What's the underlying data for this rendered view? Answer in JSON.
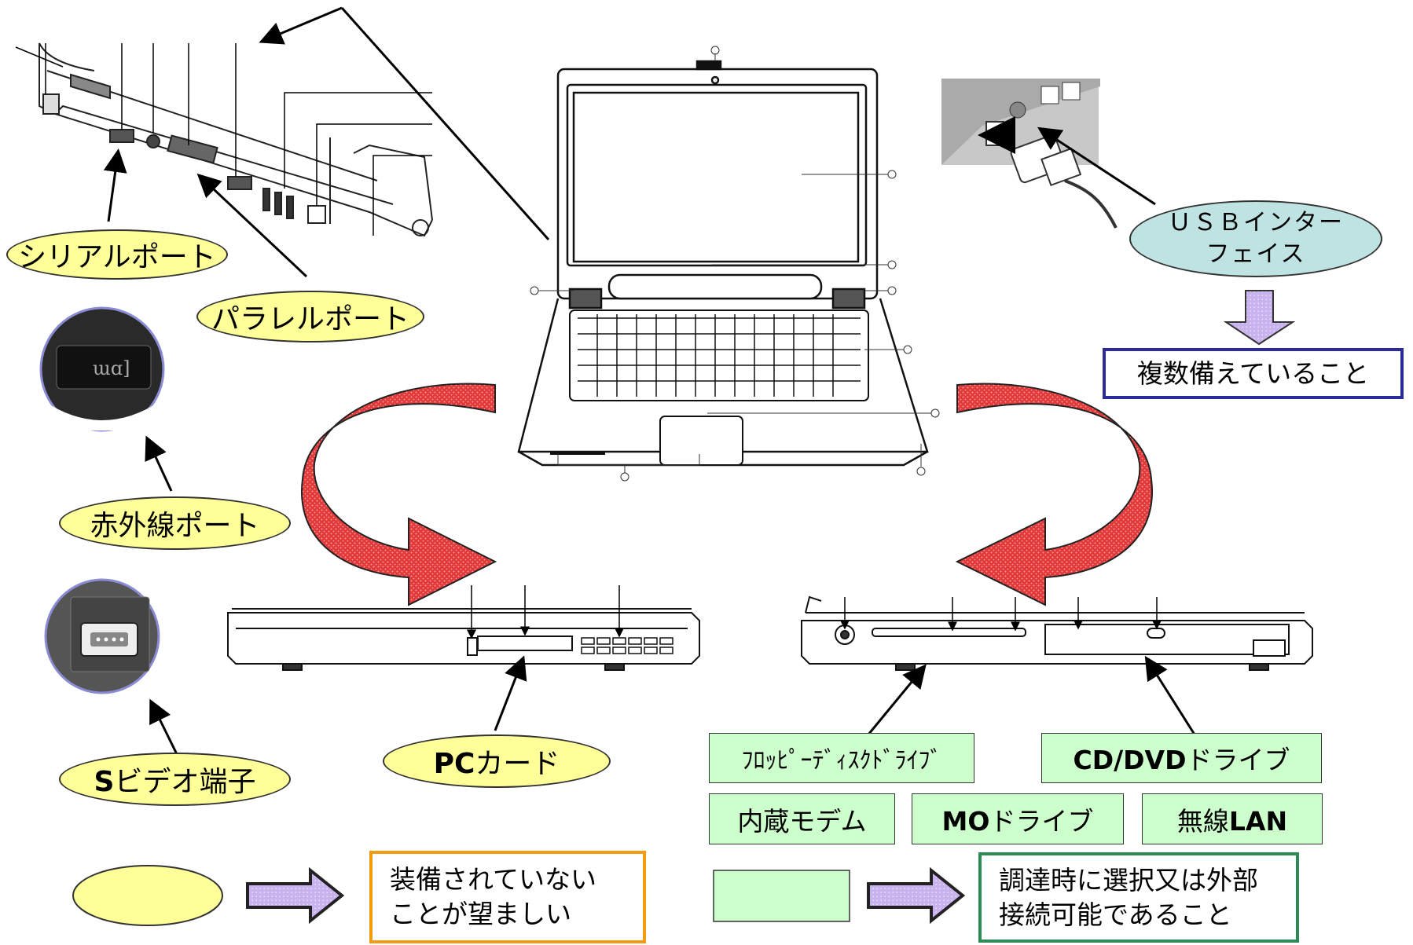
{
  "ports": {
    "serial": "シリアルポート",
    "parallel": "パラレルポート",
    "infrared": "赤外線ポート",
    "svideo_bold": "S",
    "svideo_rest": "ビデオ端子",
    "pccard_bold": "PC",
    "pccard_rest": "カード"
  },
  "usb": {
    "line1": "ＵＳＢインター",
    "line2": "フェイス",
    "note": "複数備えていること"
  },
  "drives": {
    "floppy": "ﾌﾛｯﾋﾟｰﾃﾞｨｽｸﾄﾞﾗｲﾌﾞ",
    "cddvd_bold": "CD/DVD",
    "cddvd_rest": "ドライブ",
    "modem": "内蔵モデム",
    "mo_bold": "MO",
    "mo_rest": "ドライブ",
    "wlan_pre": "無線",
    "wlan_bold": "LAN"
  },
  "legend": {
    "yellow_line1": "装備されていない",
    "yellow_line2": "ことが望ましい",
    "green_line1": "調達時に選択又は外部",
    "green_line2": "接続可能であること"
  },
  "colors": {
    "yellow_fill": "#ffff99",
    "green_fill": "#ccffcc",
    "blue_fill": "#bfe3e3",
    "arrow_purple": "#c8b0ee",
    "curve_red": "#e33b3b",
    "frame_orange": "#f39c12",
    "frame_green": "#2e8b57",
    "frame_navy": "#2b2b99"
  },
  "icons": {
    "laptop": "laptop-illustration",
    "rear_ports": "rear-ports-illustration",
    "infrared": "infrared-port-icon",
    "svideo": "svideo-port-icon",
    "usb": "usb-plug-icon"
  }
}
